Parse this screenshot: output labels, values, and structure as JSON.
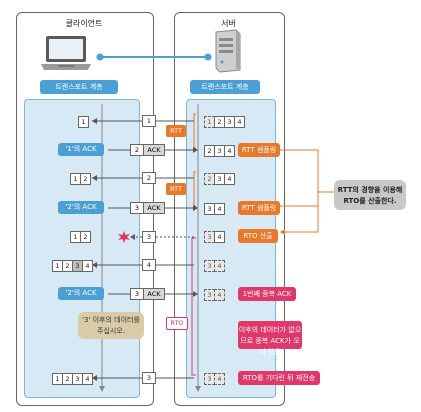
{
  "client": {
    "title": "클라이언트",
    "layer": "트랜스포트 계층"
  },
  "server": {
    "title": "서버",
    "layer": "트랜스포트 계층"
  },
  "acks": {
    "ack1": "'1'의 ACK",
    "ack2": "'2'의 ACK",
    "ack2b": "'2'의 ACK"
  },
  "ack_box": {
    "n2": "2",
    "n3": "3",
    "n3b": "3",
    "label": "ACK"
  },
  "rtt": {
    "tag1": "RTT",
    "tag2": "RTT",
    "label1": "RTT 샘플링",
    "label2": "RTT 샘플링"
  },
  "rto": {
    "calc": "RTO 산출",
    "tag": "RTO"
  },
  "estimate_note": "RTT의 경향을 이용해 RTO를 산출한다.",
  "dup_ack": "1번째 중복 ACK",
  "no_more": "이후의 데이터가 없으므로 중복 ACK가 오지 않음",
  "retransmit": "RTO를 기다린 뒤 재전송",
  "client_callout": "'3' 이후의 데이터를 주십시오.",
  "packets": {
    "p1": "1",
    "p2": "2",
    "p3": "3",
    "p4": "4",
    "p5": "3"
  },
  "client_buffers": {
    "r1": [
      "1"
    ],
    "r2": [
      "1",
      "2"
    ],
    "r3": [
      "1",
      "2"
    ],
    "r4": [
      "1",
      "2",
      "3",
      "4"
    ],
    "r5": [
      "1",
      "2",
      "3",
      "4"
    ]
  },
  "server_buffers": {
    "r1": [
      "1",
      "2",
      "3",
      "4"
    ],
    "r2": [
      "2",
      "3",
      "4"
    ],
    "r3": [
      "2",
      "3",
      "4"
    ],
    "r4": [
      "3",
      "4"
    ],
    "r5": [
      "3",
      "4"
    ],
    "r6": [
      "3",
      "4"
    ],
    "r7": [
      "3",
      "4"
    ],
    "r8": [
      "3",
      "4"
    ]
  },
  "colors": {
    "blue": "#4aa0d4",
    "orange": "#e8782a",
    "pink": "#e0386a",
    "panel": "#d6e9f4"
  }
}
